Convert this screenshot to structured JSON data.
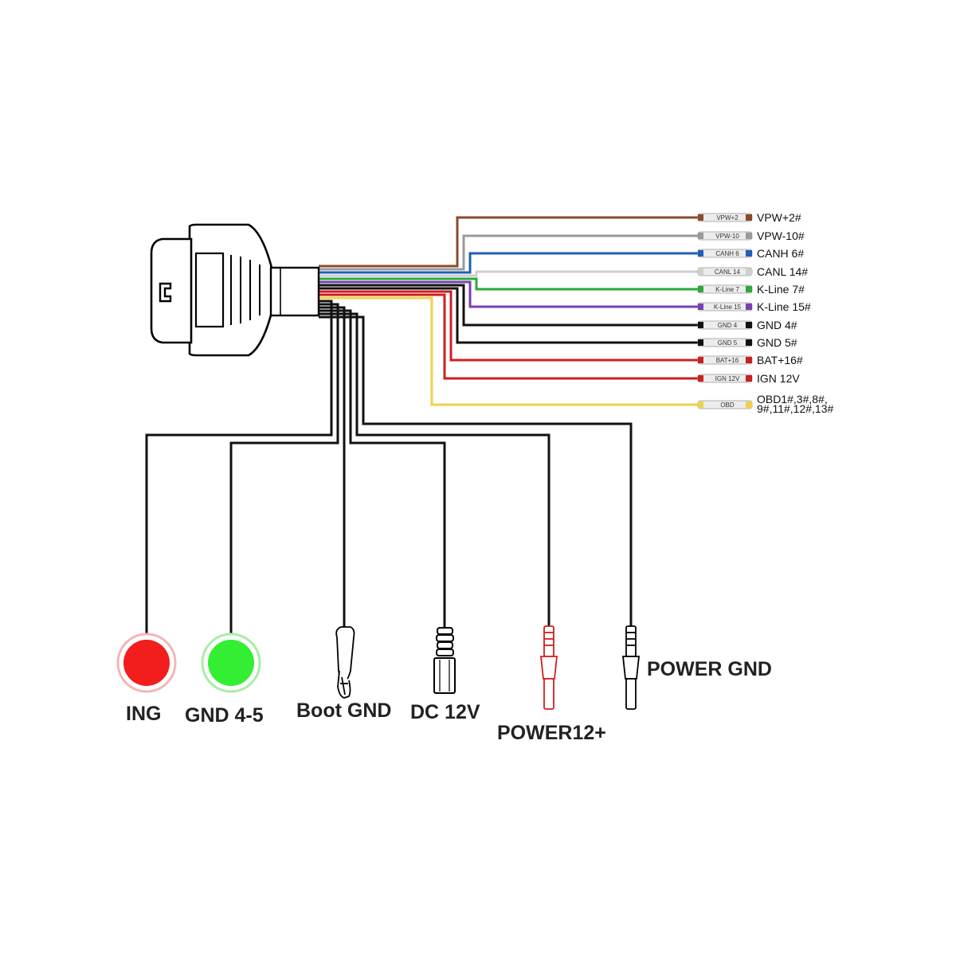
{
  "pins": [
    {
      "tag": "VPW+2",
      "label": "VPW+2#",
      "color": "#8b4a2b"
    },
    {
      "tag": "VPW-10",
      "label": "VPW-10#",
      "color": "#9a9a9a"
    },
    {
      "tag": "CANH 6",
      "label": "CANH 6#",
      "color": "#1f5fb4"
    },
    {
      "tag": "CANL 14",
      "label": "CANL 14#",
      "color": "#cfcfcf"
    },
    {
      "tag": "K-Line 7",
      "label": "K-Line 7#",
      "color": "#2da83a"
    },
    {
      "tag": "K-Line 15",
      "label": "K-Line 15#",
      "color": "#7a3fb2"
    },
    {
      "tag": "GND 4",
      "label": "GND 4#",
      "color": "#111111"
    },
    {
      "tag": "GND 5",
      "label": "GND 5#",
      "color": "#111111"
    },
    {
      "tag": "BAT+16",
      "label": "BAT+16#",
      "color": "#cc1f1f"
    },
    {
      "tag": "IGN 12V",
      "label": "IGN 12V",
      "color": "#cc1f1f"
    },
    {
      "tag": "OBD",
      "label": "OBD1#,3#,8#,",
      "label2": "9#,11#,12#,13#",
      "color": "#f0d24a"
    }
  ],
  "terminals": [
    {
      "label": "ING",
      "icon": "red-indicator-icon",
      "color": "#f21d1d"
    },
    {
      "label": "GND 4-5",
      "icon": "green-indicator-icon",
      "color": "#33ee33"
    },
    {
      "label": "Boot GND",
      "icon": "alligator-clip-icon"
    },
    {
      "label": "DC 12V",
      "icon": "dc-jack-icon"
    },
    {
      "label": "POWER12+",
      "icon": "red-probe-icon",
      "color": "#d11f1f"
    },
    {
      "label": "POWER GND",
      "icon": "black-probe-icon"
    }
  ],
  "icons": {
    "connector": "obd-connector-icon"
  }
}
